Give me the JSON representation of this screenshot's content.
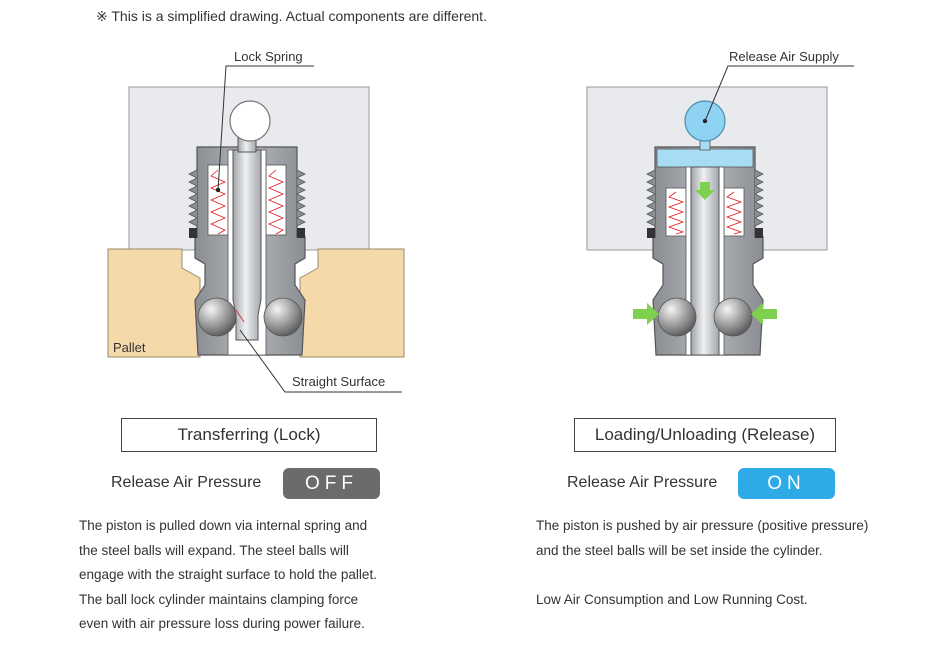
{
  "note": "※ This is a simplified drawing. Actual components are different.",
  "left": {
    "callout_spring": "Lock Spring",
    "callout_surface": "Straight Surface",
    "pallet_label": "Pallet",
    "title": "Transferring (Lock)",
    "pressure_label": "Release Air Pressure",
    "pressure_state": "OFF",
    "description": [
      "The piston is pulled down via internal spring and",
      "the steel balls will expand. The steel balls will",
      "engage with the straight surface to hold the pallet.",
      "The ball lock cylinder maintains clamping force",
      "even with air pressure loss during power failure."
    ]
  },
  "right": {
    "callout_air": "Release Air Supply",
    "title": "Loading/Unloading (Release)",
    "pressure_label": "Release Air Pressure",
    "pressure_state": "ON",
    "description": [
      "The piston is pushed by air pressure (positive pressure)",
      "and the steel balls will be set inside the cylinder.",
      "",
      "Low Air Consumption and Low Running Cost."
    ]
  },
  "colors": {
    "block": "#e9eaee",
    "pallet": "#f6d9ab",
    "body_metal": "#9a9ea3",
    "piston": "#c8cbce",
    "air": "#a7dcf4",
    "air_ball": "#8fd3f2",
    "arrow_green": "#7ed04f",
    "badge_off": "#6b6b6b",
    "badge_on": "#2eaae6",
    "spring": "#e0161e"
  }
}
